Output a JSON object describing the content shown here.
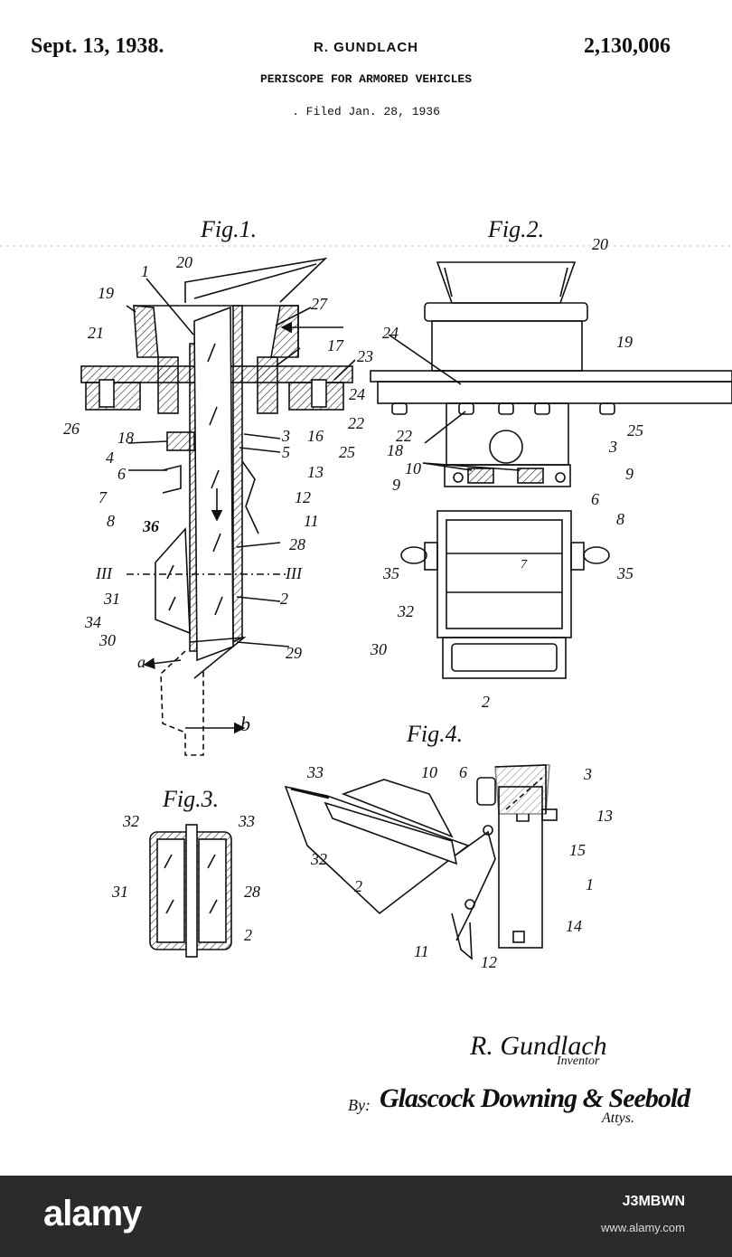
{
  "header": {
    "date": "Sept. 13, 1938.",
    "inventor": "R. GUNDLACH",
    "patent_number": "2,130,006",
    "title": "PERISCOPE FOR ARMORED VEHICLES",
    "filed": ". Filed Jan. 28, 1936"
  },
  "figures": {
    "fig1": "Fig.1.",
    "fig2": "Fig.2.",
    "fig3": "Fig.3.",
    "fig4": "Fig.4."
  },
  "fig1_labels": [
    "20",
    "1",
    "19",
    "27",
    "21",
    "17",
    "23",
    "24",
    "26",
    "18",
    "16",
    "22",
    "25",
    "3",
    "4",
    "5",
    "6",
    "13",
    "7",
    "12",
    "8",
    "11",
    "36",
    "28",
    "III",
    "III",
    "31",
    "2",
    "34",
    "30",
    "29",
    "a",
    "b"
  ],
  "fig2_labels": [
    "20",
    "24",
    "19",
    "22",
    "25",
    "18",
    "3",
    "10",
    "9",
    "9",
    "6",
    "8",
    "35",
    "35",
    "32",
    "7",
    "30",
    "2"
  ],
  "fig3_labels": [
    "32",
    "33",
    "31",
    "28",
    "2"
  ],
  "fig4_labels": [
    "33",
    "10",
    "6",
    "3",
    "13",
    "32",
    "15",
    "2",
    "1",
    "14",
    "11",
    "12"
  ],
  "signature": {
    "inventor": "R. Gundlach",
    "inventor_role": "Inventor",
    "by": "By:",
    "attorney": "Glascock Downing & Seebold",
    "attorney_role": "Attys."
  },
  "footer": {
    "brand": "alamy",
    "image_id": "J3MBWN",
    "url": "www.alamy.com"
  }
}
